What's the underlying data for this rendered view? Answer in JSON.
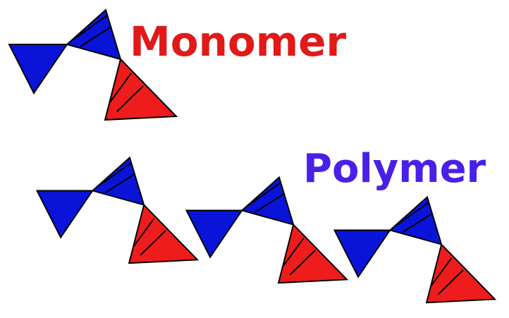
{
  "labels": {
    "monomer": "Monomer",
    "polymer": "Polymer"
  },
  "colors": {
    "blue": "#0a14d8",
    "red": "#ee1c1c",
    "monomer_text": "#e11919",
    "polymer_text": "#4a1fe8",
    "outline": "#000000"
  },
  "structure": {
    "monomer_units": 1,
    "polymer_units": 3,
    "unit_parts": [
      "blue-triangle-left",
      "blue-triangle-top",
      "red-triangle-bottom"
    ]
  }
}
